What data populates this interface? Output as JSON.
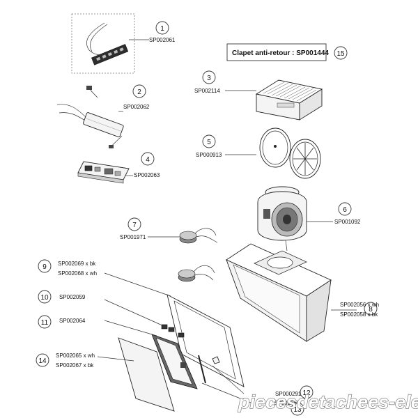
{
  "parts": [
    {
      "num": "1",
      "refs": [
        "SP002061"
      ]
    },
    {
      "num": "2",
      "refs": [
        "SP002062"
      ]
    },
    {
      "num": "3",
      "refs": [
        "SP002114"
      ]
    },
    {
      "num": "4",
      "refs": [
        "SP002063"
      ]
    },
    {
      "num": "5",
      "refs": [
        "SP000913"
      ]
    },
    {
      "num": "6",
      "refs": [
        "SP001092"
      ]
    },
    {
      "num": "7",
      "refs": [
        "SP001971"
      ]
    },
    {
      "num": "8",
      "refs": [
        "SP002056 x wh",
        "SP002058 x bk"
      ]
    },
    {
      "num": "9",
      "refs": [
        "SP002069 x bk",
        "SP002068 x wh"
      ]
    },
    {
      "num": "10",
      "refs": [
        "SP002059"
      ]
    },
    {
      "num": "11",
      "refs": [
        "SP002064"
      ]
    },
    {
      "num": "12",
      "refs": [
        "SP000291"
      ]
    },
    {
      "num": "13",
      "refs": [
        "SP002063"
      ]
    },
    {
      "num": "14",
      "refs": [
        "SP002065 x wh",
        "SP002067 x bk"
      ]
    },
    {
      "num": "15",
      "refs": []
    }
  ],
  "clapet_text": "Clapet anti-retour : SP001444",
  "watermark": "piecesdetachees-elec.com"
}
